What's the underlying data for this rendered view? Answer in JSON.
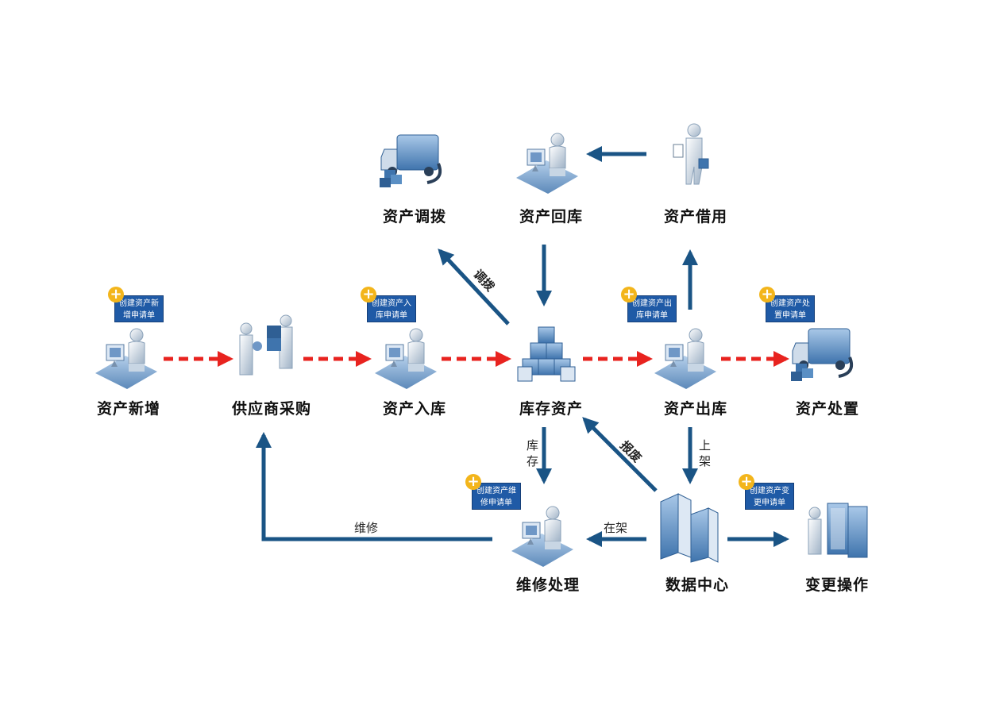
{
  "nodes": {
    "asset_new": "资产新增",
    "supplier_purchase": "供应商采购",
    "asset_in": "资产入库",
    "inventory": "库存资产",
    "asset_out": "资产出库",
    "asset_disposal": "资产处置",
    "asset_transfer": "资产调拨",
    "asset_return": "资产回库",
    "asset_borrow": "资产借用",
    "repair": "维修处理",
    "data_center": "数据中心",
    "change_op": "变更操作"
  },
  "badges": {
    "asset_new": [
      "创建资产新",
      "增申请单"
    ],
    "asset_in": [
      "创建资产入",
      "库申请单"
    ],
    "asset_out": [
      "创建资产出",
      "库申请单"
    ],
    "asset_disposal": [
      "创建资产处",
      "置申请单"
    ],
    "repair": [
      "创建资产维",
      "修申请单"
    ],
    "change_op": [
      "创建资产变",
      "更申请单"
    ]
  },
  "edge_labels": {
    "transfer": "调拨",
    "scrap": "报废",
    "stock_1": "库",
    "stock_2": "存",
    "shelf_1": "上",
    "shelf_2": "架",
    "on_rack": "在架",
    "repair": "维修"
  },
  "colors": {
    "flow_arrow": "#1a5485",
    "dashed_arrow": "#e8231f",
    "badge_bg": "#1f5aa6",
    "badge_plus": "#f3b51b",
    "icon_blue": "#5a8fc4"
  },
  "icons": {
    "asset_new": "person-at-computer-icon",
    "supplier_purchase": "supplier-handover-icon",
    "asset_in": "person-at-computer-icon",
    "inventory": "stacked-boxes-icon",
    "asset_out": "person-at-computer-icon",
    "asset_disposal": "delivery-truck-icon",
    "asset_transfer": "delivery-truck-icon",
    "asset_return": "person-at-computer-icon",
    "asset_borrow": "person-with-clipboard-icon",
    "repair": "person-at-computer-icon",
    "data_center": "server-buildings-icon",
    "change_op": "person-at-server-rack-icon"
  }
}
